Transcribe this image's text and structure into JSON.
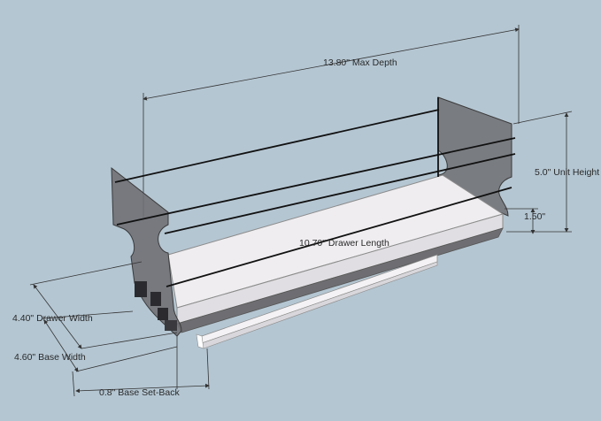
{
  "diagram": {
    "background_color": "#b4c6d2",
    "panel_color": "#6e6e73",
    "base_color": "#f2f0f2",
    "dimensions": {
      "max_depth": "13.80\" Max Depth",
      "unit_height": "5.0\" Unit Height",
      "base_height": "1.50\"",
      "drawer_length": "10.70\" Drawer Length",
      "drawer_width": "4.40\" Drawer Width",
      "base_width": "4.60\" Base Width",
      "base_setback": "0.8\" Base Set-Back"
    }
  }
}
